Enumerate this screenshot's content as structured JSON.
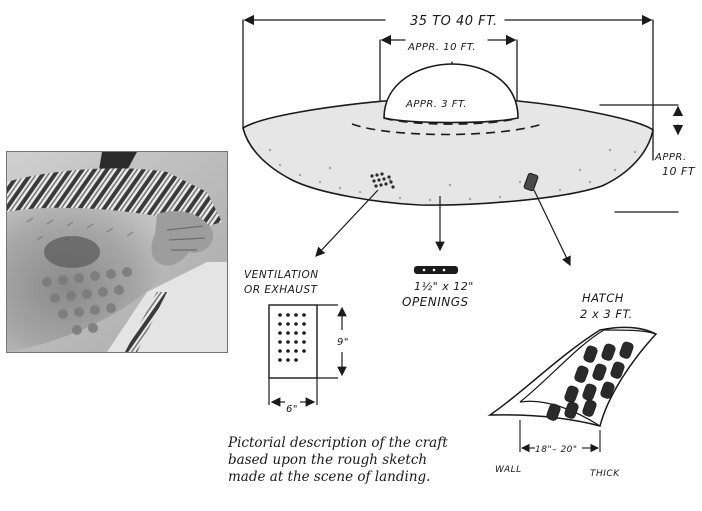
{
  "labels": {
    "overall_width": "35 TO 40 FT.",
    "dome_width": "APPR. 10 FT.",
    "dome_height": "APPR. 3 FT.",
    "height_line1": "APPR.",
    "height_line2": "10 FT",
    "vent_line1": "VENTILATION",
    "vent_line2": "OR EXHAUST",
    "vent_height": "9\"",
    "vent_width": "6\"",
    "openings_line1": "1½\" x 12\"",
    "openings_line2": "OPENINGS",
    "hatch_line1": "HATCH",
    "hatch_line2": "2 x 3 FT.",
    "wall": "WALL",
    "wall_thickness": "18\"– 20\"",
    "thick": "THICK"
  },
  "caption": {
    "line1": "Pictorial description of the craft",
    "line2": "based upon the rough sketch",
    "line3": "made at the scene of landing."
  }
}
